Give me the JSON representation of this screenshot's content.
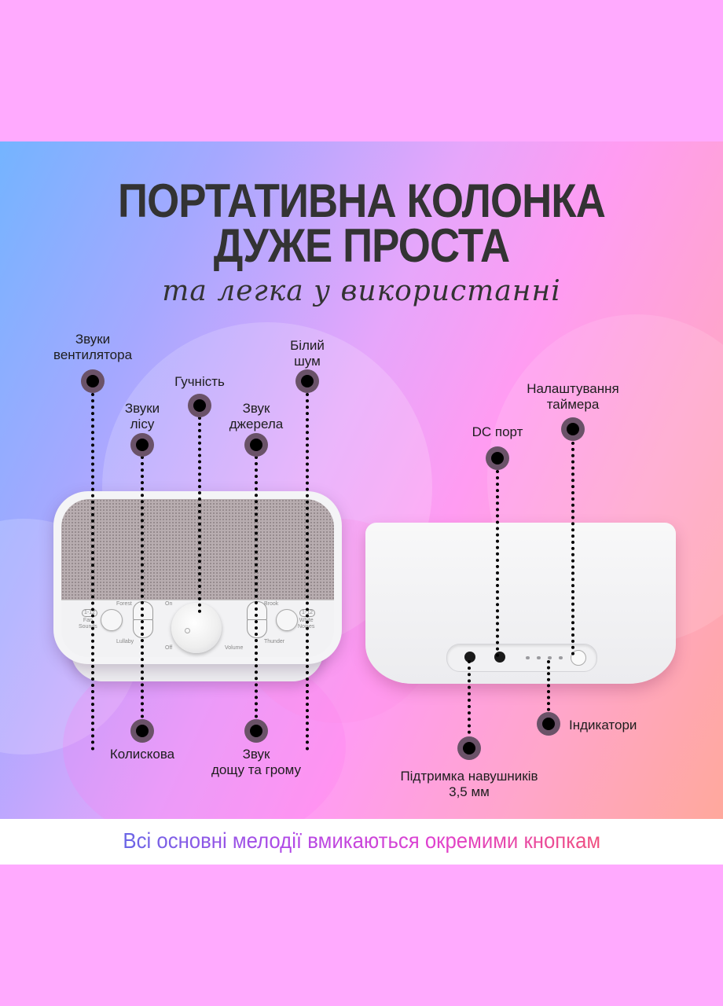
{
  "colors": {
    "band_pink": "#ffaafe",
    "gradient_start": "#74b4ff",
    "gradient_mid": "#ff9cf2",
    "gradient_end": "#ffa89c",
    "title_text": "#333333",
    "dot_ring": "#6a5268",
    "footer_gradient": [
      "#6a66e6",
      "#b148e6",
      "#e040cf",
      "#f0507e"
    ]
  },
  "header": {
    "title_line1": "ПОРТАТИВНА КОЛОНКА",
    "title_line2": "ДУЖЕ ПРОСТА",
    "subtitle": "та легка у використанні"
  },
  "front_device": {
    "panel_labels": {
      "forest": "Forest",
      "lullaby": "Lullaby",
      "on": "On",
      "off": "Off",
      "volume": "Volume",
      "brook": "Brook",
      "thunder": "Thunder",
      "fan_sounds_line1": "Fan",
      "fan_sounds_line2": "Sounds",
      "fan_badge": "1-12",
      "white_noises_line1": "White",
      "white_noises_line2": "Noises",
      "white_badge": "1-12"
    },
    "callouts": [
      {
        "id": "fan",
        "label_line1": "Звуки",
        "label_line2": "вентилятора"
      },
      {
        "id": "forest",
        "label_line1": "Звуки",
        "label_line2": "лісу"
      },
      {
        "id": "volume",
        "label_line1": "Гучність"
      },
      {
        "id": "brook",
        "label_line1": "Звук",
        "label_line2": "джерела"
      },
      {
        "id": "white_noise",
        "label_line1": "Білий",
        "label_line2": "шум"
      },
      {
        "id": "lullaby",
        "label_line1": "Колискова"
      },
      {
        "id": "thunder",
        "label_line1": "Звук",
        "label_line2": "дощу та грому"
      }
    ]
  },
  "back_device": {
    "callouts": [
      {
        "id": "timer",
        "label_line1": "Налаштування",
        "label_line2": "таймера"
      },
      {
        "id": "dc_port",
        "label_line1": "DC порт"
      },
      {
        "id": "indicators",
        "label_line1": "Індикатори"
      },
      {
        "id": "headphones",
        "label_line1": "Підтримка навушників",
        "label_line2": "3,5 мм"
      }
    ],
    "indicator_count": 4
  },
  "footer": {
    "tagline": "Всі основні мелодії вмикаються окремими кнопкам"
  }
}
